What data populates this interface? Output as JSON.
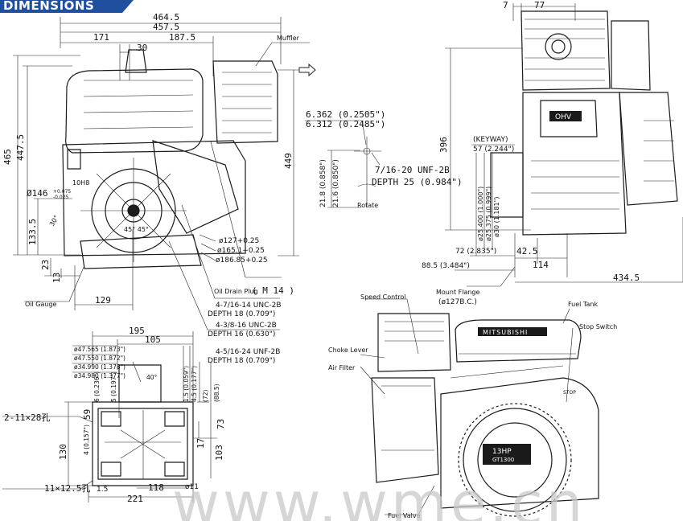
{
  "header": {
    "title": "DIMENSIONS"
  },
  "watermark": "www.wme.cn",
  "front_view": {
    "dims": [
      "464.5",
      "457.5",
      "171",
      "187.5",
      "30",
      "465",
      "447.5",
      "449",
      "133.5",
      "23",
      "13",
      "129"
    ],
    "labels": {
      "muffler": "Muffler",
      "oil_gauge": "Oil Gauge"
    },
    "callouts": {
      "small_1": "10H8",
      "bore": "Ø146",
      "bore_tol_1": "+0.075",
      "bore_tol_2": "-0.025",
      "angle_30": "30°",
      "angle_45": "45° 45°",
      "d127": "ø127+0.25",
      "d165": "ø165.1+0.25",
      "d186": "ø186.85+0.25",
      "oil_drain": "Oil Drain Plug",
      "m14": "( M 14 )",
      "t1": "4-7/16-14 UNC-2B",
      "t1d": "DEPTH 18 (0.709\")",
      "t2": "4-3/8-16 UNC-2B",
      "t2d": "DEPTH 16 (0.630\")",
      "t3": "4-5/16-24 UNF-2B",
      "t3d": "DEPTH 18 (0.709\")"
    }
  },
  "shaft_detail": {
    "d1": "6.362 (0.2505\")",
    "d2": "6.312 (0.2485\")",
    "thread": "7/16-20 UNF-2B",
    "depth": "DEPTH 25 (0.984\")",
    "h1": "21.8 (0.858\")",
    "h2": "21.6 (0.850\")",
    "rotate": "Rotate"
  },
  "side_view": {
    "dims": [
      "7",
      "77",
      "396",
      "42.5",
      "114",
      "434.5"
    ],
    "keyway": "(KEYWAY)",
    "keyway_dim": "57 (2.244\")",
    "shaft_1": "ø25.400 (1.000\")",
    "shaft_2": "ø25.375 (0.999\")",
    "shaft_3": "ø30 (1.181\")",
    "d72": "72 (2.835\")",
    "d88": "88.5 (3.484\")",
    "flange": "Mount Flange",
    "flange_dim": "(ø127B.C.)",
    "engine_badge": "OHV"
  },
  "base_view": {
    "dims": [
      "195",
      "105",
      "130",
      "221",
      "118",
      "59",
      "73",
      "17",
      "103"
    ],
    "top_left": [
      "ø47.565 (1.873\")",
      "ø47.550 (1.872\")",
      "ø34.990 (1.378\")",
      "ø34.980 (1.377\")"
    ],
    "vert": [
      "6 (0.236\")",
      "5 (0.197\")",
      "1.5 (0.059\")",
      "4.5 (0.177\")",
      "(72)",
      "(88.5)",
      "4 (0.157\")"
    ],
    "angle": "40°",
    "holes_1": "2-11×28孔",
    "holes_2": "11×12.5孔",
    "small": [
      "1.5",
      "ø11"
    ]
  },
  "product_view": {
    "labels": {
      "speed": "Speed Control",
      "fuel_tank": "Fuel Tank",
      "stop_switch": "Stop Switch",
      "choke": "Choke Lever",
      "air": "Air Filter",
      "fuel_valve": "Fuel Valve"
    },
    "brand": "MITSUBISHI",
    "hp_badge": "13HP",
    "model": "GT1300",
    "stop": "STOP"
  }
}
